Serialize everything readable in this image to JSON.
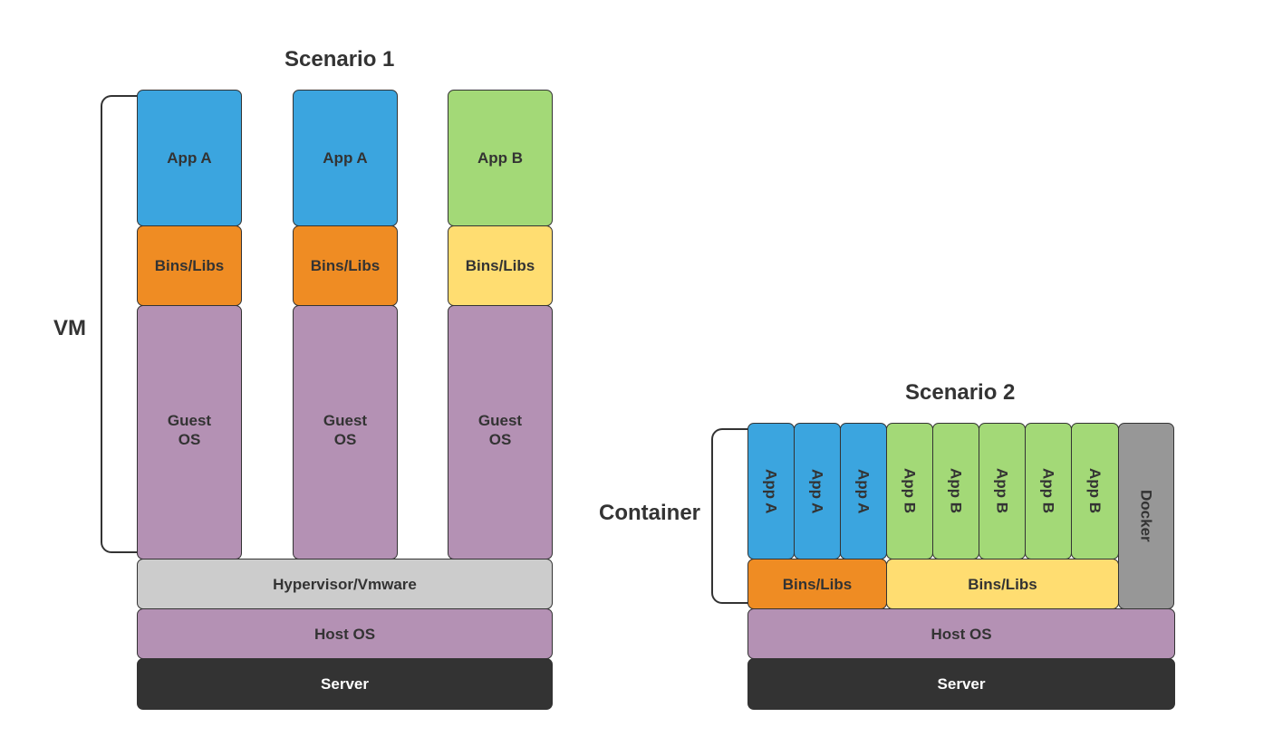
{
  "scenario1": {
    "title": "Scenario 1",
    "bracket_label": "VM",
    "columns": [
      {
        "app": "App A",
        "libs": "Bins/Libs",
        "os": "Guest\nOS"
      },
      {
        "app": "App A",
        "libs": "Bins/Libs",
        "os": "Guest\nOS"
      },
      {
        "app": "App B",
        "libs": "Bins/Libs",
        "os": "Guest\nOS"
      }
    ],
    "hypervisor": "Hypervisor/Vmware",
    "host_os": "Host OS",
    "server": "Server"
  },
  "scenario2": {
    "title": "Scenario 2",
    "bracket_label": "Container",
    "apps": [
      "App A",
      "App A",
      "App A",
      "App B",
      "App B",
      "App B",
      "App B",
      "App B"
    ],
    "libs_a": "Bins/Libs",
    "libs_b": "Bins/Libs",
    "docker": "Docker",
    "host_os": "Host OS",
    "server": "Server"
  },
  "colors": {
    "app_a": "#3ba5df",
    "app_b": "#a3d977",
    "libs_a": "#ef8c23",
    "libs_b": "#ffdd71",
    "os": "#b491b4",
    "hypervisor": "#cccccc",
    "docker": "#979797",
    "server": "#333333"
  }
}
